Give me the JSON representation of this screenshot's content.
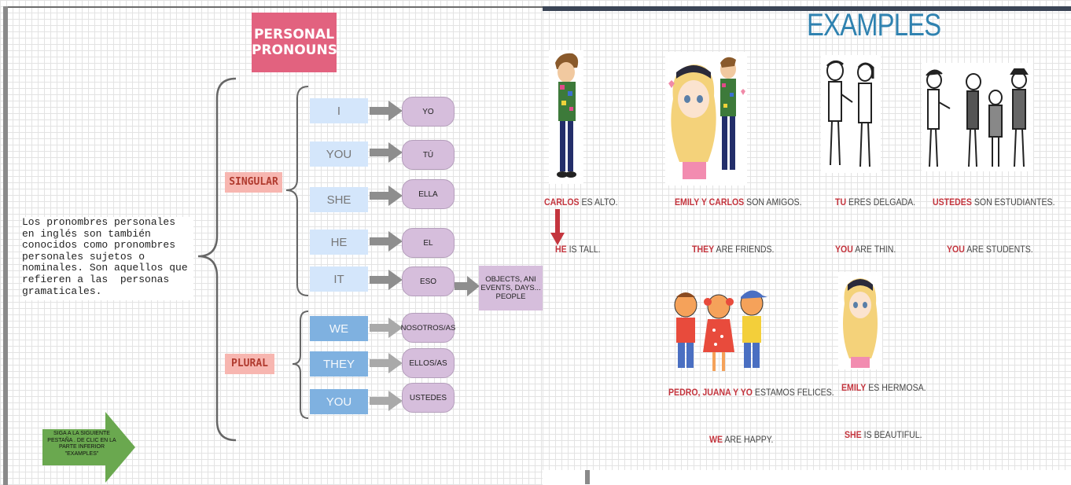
{
  "left": {
    "title_line1": "PERSONAL",
    "title_line2": "PRONOUNS",
    "description": "Los pronombres personales\nen inglés son también\nconocidos como pronombres\npersonales sujetos o\nnominales. Son aquellos que\nrefieren a las  personas\ngramaticales.",
    "singular_label": "SINGULAR",
    "plural_label": "PLURAL",
    "singular": [
      {
        "en": "I",
        "es": "YO"
      },
      {
        "en": "YOU",
        "es": "TÚ"
      },
      {
        "en": "SHE",
        "es": "ELLA"
      },
      {
        "en": "HE",
        "es": "EL"
      },
      {
        "en": "IT",
        "es": "ESO"
      }
    ],
    "plural": [
      {
        "en": "WE",
        "es": "NOSOTROS/AS"
      },
      {
        "en": "THEY",
        "es": "ELLOS/AS"
      },
      {
        "en": "YOU",
        "es": "USTEDES"
      }
    ],
    "objects_line1": "OBJECTS, ANI",
    "objects_line2": "EVENTS, DAYS...",
    "objects_line3": "PEOPLE",
    "next_tab_text": "SIGA A LA SIGUIENTE PESTAÑA . DE CLIC EN LA PARTE INFERIOR \"EXAMPLES\"",
    "colors": {
      "title_bg": "#e2627f",
      "label_bg": "#f7b6b0",
      "spanish_bg": "#d6bedc",
      "plural_bg": "#7fb1e0",
      "singular_bg": "#d4e6fb",
      "arrow_green": "#6aa84f"
    }
  },
  "right": {
    "title": "EXAMPLES",
    "examples": [
      {
        "es_hl": "CARLOS",
        "es_rest": " ES ALTO.",
        "en_hl": "HE",
        "en_rest": " IS TALL."
      },
      {
        "es_hl": "EMILY Y CARLOS",
        "es_rest": " SON AMIGOS.",
        "en_hl": "THEY",
        "en_rest": " ARE FRIENDS."
      },
      {
        "es_hl": "TU",
        "es_rest": " ERES DELGADA.",
        "en_hl": "YOU",
        "en_rest": " ARE THIN."
      },
      {
        "es_hl": "USTEDES",
        "es_rest": " SON ESTUDIANTES.",
        "en_hl": "YOU",
        "en_rest": " ARE STUDENTS."
      },
      {
        "es_hl": "PEDRO, JUANA Y YO",
        "es_rest": " ESTAMOS FELICES.",
        "en_hl": "WE",
        "en_rest": " ARE HAPPY."
      },
      {
        "es_hl": "EMILY",
        "es_rest": " ES HERMOSA.",
        "en_hl": "SHE",
        "en_rest": " IS BEAUTIFUL."
      }
    ],
    "colors": {
      "title": "#2f82b0",
      "highlight": "#c4353e"
    }
  }
}
